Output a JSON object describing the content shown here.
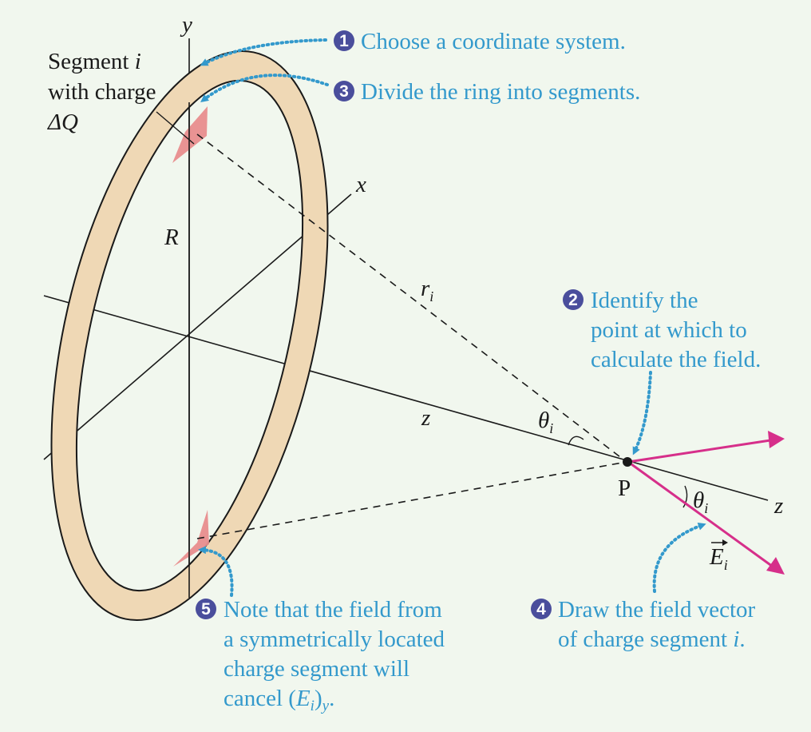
{
  "labels": {
    "y_axis": "y",
    "x_axis": "x",
    "z_axis_mid": "z",
    "z_axis_end": "z",
    "radius": "R",
    "distance_base": "r",
    "distance_sub": "i",
    "angle_upper_base": "θ",
    "angle_upper_sub": "i",
    "angle_lower_base": "θ",
    "angle_lower_sub": "i",
    "point": "P",
    "field_base": "E",
    "field_sub": "i",
    "segment_line1": "Segment ",
    "segment_line1_var": "i",
    "segment_line2": "with charge",
    "segment_line3": "ΔQ"
  },
  "steps": [
    {
      "number": "1",
      "lines": [
        "Choose a coordinate system."
      ]
    },
    {
      "number": "2",
      "lines": [
        "Identify the",
        "point at which to",
        "calculate the field."
      ]
    },
    {
      "number": "3",
      "lines": [
        "Divide the ring into segments."
      ]
    },
    {
      "number": "4",
      "lines": [
        "Draw the field vector",
        "of charge segment "
      ],
      "var": "i",
      "var_end": "."
    },
    {
      "number": "5",
      "lines": [
        "Note that the field from",
        "a symmetrically located",
        "charge segment will",
        "cancel ("
      ],
      "e_base": "E",
      "e_sub": "i",
      "close": ")",
      "close_sub": "y",
      "end": "."
    }
  ],
  "colors": {
    "background": "#f1f7ee",
    "ring_fill": "#efd8b5",
    "segment_fill": "#e88d8d",
    "field_vector": "#d62f8a",
    "annotation_blue": "#3399cc",
    "badge": "#4a4e9c"
  }
}
